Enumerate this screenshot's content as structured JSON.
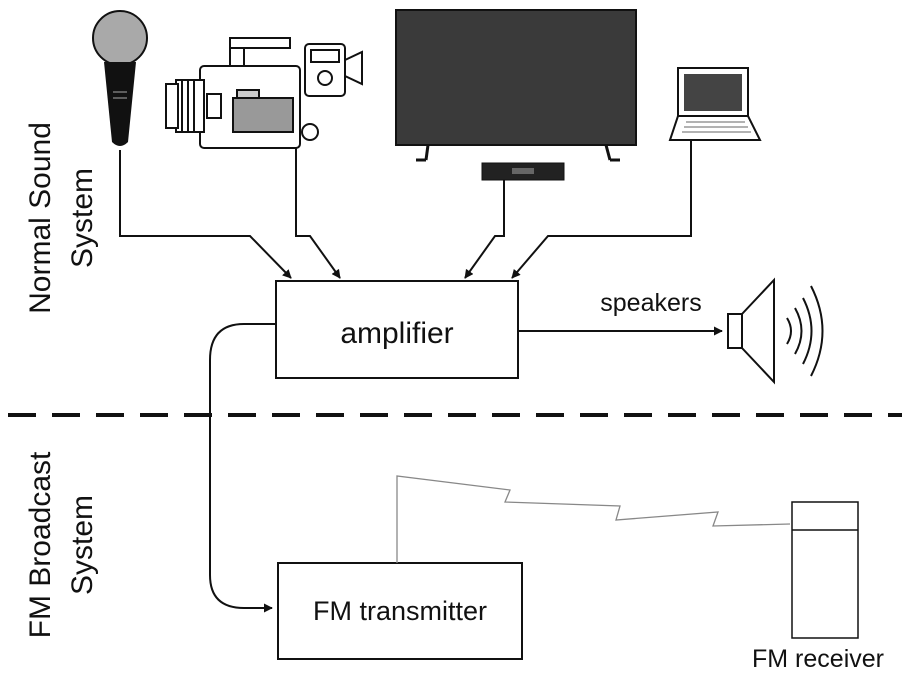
{
  "sections": {
    "normal": {
      "line1": "Normal Sound",
      "line2": "System"
    },
    "fm": {
      "line1": "FM Broadcast",
      "line2": "System"
    }
  },
  "boxes": {
    "amplifier": "amplifier",
    "fm_transmitter": "FM transmitter"
  },
  "labels": {
    "speakers": "speakers",
    "fm_receiver": "FM receiver"
  },
  "icons": [
    "microphone-icon",
    "video-camera-icon",
    "tv-monitor-icon",
    "laptop-icon",
    "speaker-icon",
    "fm-receiver-icon"
  ]
}
